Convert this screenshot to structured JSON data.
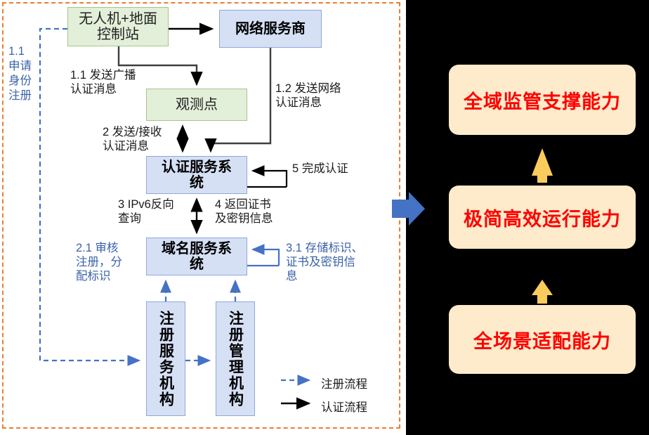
{
  "left_panel": {
    "boundary_style": "dashed-orange",
    "nodes": [
      {
        "id": "uav",
        "label": "无人机+地面\n控制站",
        "type": "green"
      },
      {
        "id": "isp",
        "label": "网络服务商",
        "type": "blue"
      },
      {
        "id": "observation",
        "label": "观测点",
        "type": "green"
      },
      {
        "id": "auth_system",
        "label": "认证服务系\n统",
        "type": "blue"
      },
      {
        "id": "dns_system",
        "label": "域名服务系\n统",
        "type": "blue"
      },
      {
        "id": "reg_service",
        "label": "注册服务机构",
        "type": "blue-vertical"
      },
      {
        "id": "reg_manage",
        "label": "注册管理机构",
        "type": "blue-vertical"
      }
    ],
    "edge_labels": [
      {
        "id": "l-1-1-apply",
        "text": "1.1\n申请\n身份\n注册",
        "color": "#3C62A8"
      },
      {
        "id": "l-1-1-broadcast",
        "text": "1.1 发送广播\n认证消息",
        "color": "#1a1a1a"
      },
      {
        "id": "l-1-2-network",
        "text": "1.2 发送网络\n认证消息",
        "color": "#1a1a1a"
      },
      {
        "id": "l-2-sendrecv",
        "text": "2 发送/接收\n认证消息",
        "color": "#1a1a1a"
      },
      {
        "id": "l-5-complete",
        "text": "5 完成认证",
        "color": "#1a1a1a"
      },
      {
        "id": "l-3-ipv6",
        "text": "3 IPv6反向\n查询",
        "color": "#1a1a1a"
      },
      {
        "id": "l-4-return",
        "text": "4 返回证书\n及密钥信息",
        "color": "#1a1a1a"
      },
      {
        "id": "l-2-1-audit",
        "text": "2.1  审核\n注册，分\n配标识",
        "color": "#3C62A8"
      },
      {
        "id": "l-3-1-store",
        "text": "3.1  存储标识、\n证书及密钥信\n息",
        "color": "#3C62A8"
      }
    ],
    "legend": [
      {
        "id": "legend-registration",
        "label": "注册流程",
        "line": "dashed",
        "color": "#4472C4"
      },
      {
        "id": "legend-authentication",
        "label": "认证流程",
        "line": "solid",
        "color": "#000000"
      }
    ]
  },
  "right_panel": {
    "background": "#000000",
    "cards": [
      {
        "id": "cap-regulation",
        "label": "全域监管支撑能力"
      },
      {
        "id": "cap-efficiency",
        "label": "极简高效运行能力"
      },
      {
        "id": "cap-adaptation",
        "label": "全场景适配能力"
      }
    ],
    "card_color": "#FDEBCB",
    "card_text_color": "#FF0000",
    "arrow_color": "#FACC5C",
    "connector_arrow_color": "#4472C4"
  }
}
